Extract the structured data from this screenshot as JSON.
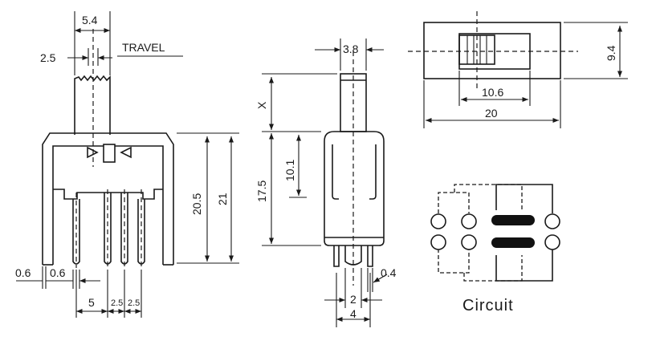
{
  "front_view": {
    "top_width": "5.4",
    "actuator_width": "2.5",
    "travel": "TRAVEL",
    "height_20_5": "20.5",
    "height_21": "21",
    "pin_width_left": "0.6",
    "pin_width_right": "0.6",
    "pin_pitch_5": "5",
    "pin_pitch_a": "2.5",
    "pin_pitch_b": "2.5"
  },
  "side_view": {
    "actuator_width": "3.8",
    "travel_x": "X",
    "height_10_1": "10.1",
    "height_17_5": "17.5",
    "pin_thickness": "0.4",
    "pin_spacing_2": "2",
    "pin_spacing_4": "4"
  },
  "top_view": {
    "height": "9.4",
    "slot_length": "10.6",
    "body_length": "20"
  },
  "circuit": {
    "label": "Circuit"
  }
}
